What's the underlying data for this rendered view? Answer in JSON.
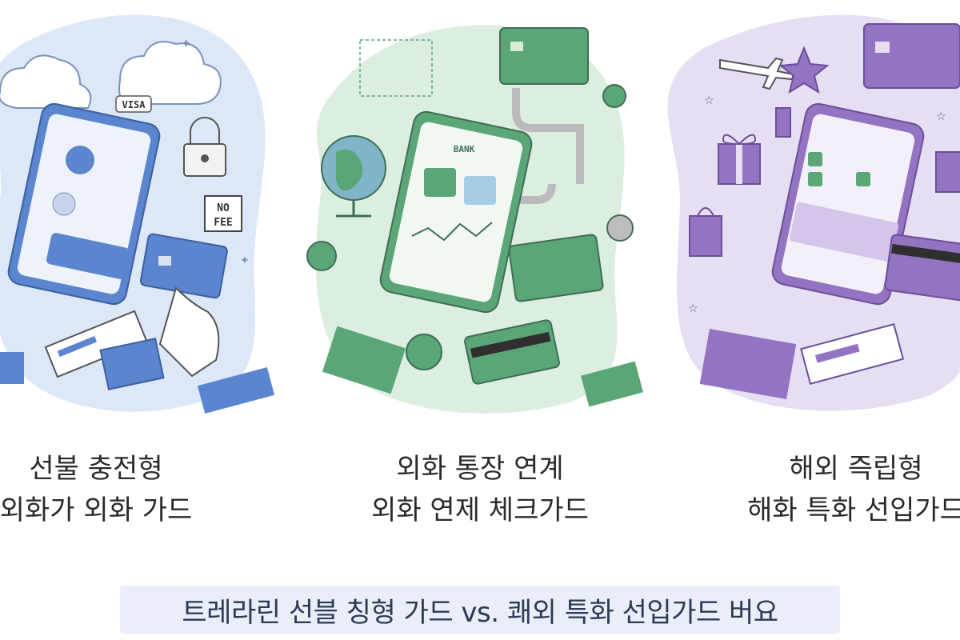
{
  "colors": {
    "blue_blob": "#dce7f7",
    "blue_accent": "#5b86cf",
    "green_blob": "#dbeedf",
    "green_accent": "#5aa676",
    "purple_blob": "#e6def2",
    "purple_accent": "#9474c2",
    "text": "#2b2b2b",
    "banner_bg": "#e9eef8"
  },
  "panels": {
    "blue": {
      "icons": [
        "cloud-icon",
        "lock-icon",
        "phone-icon",
        "card-icon",
        "boarding-pass-icon",
        "passport-icon"
      ],
      "sign": {
        "line1": "NO",
        "line2": "FEE"
      },
      "tag": "VISA"
    },
    "green": {
      "icons": [
        "globe-icon",
        "phone-icon",
        "card-icon",
        "coin-icon",
        "pipe-icon"
      ],
      "phone_header": "BANK"
    },
    "purple": {
      "icons": [
        "airplane-icon",
        "star-icon",
        "gift-icon",
        "shopping-bag-icon",
        "phone-icon",
        "card-icon",
        "ticket-icon"
      ]
    }
  },
  "captions": [
    {
      "line1": "선불 충전형",
      "line2": "외화가 외화 가드"
    },
    {
      "line1": "외화 통장 연계",
      "line2": "외화 연제 체크가드"
    },
    {
      "line1": "해외 즉립형",
      "line2": "해화 특화 선입가드"
    }
  ],
  "footer": {
    "title": "트레라린 선블 칭형 가드  vs. 쾌외 특화 선입가드 버요"
  }
}
